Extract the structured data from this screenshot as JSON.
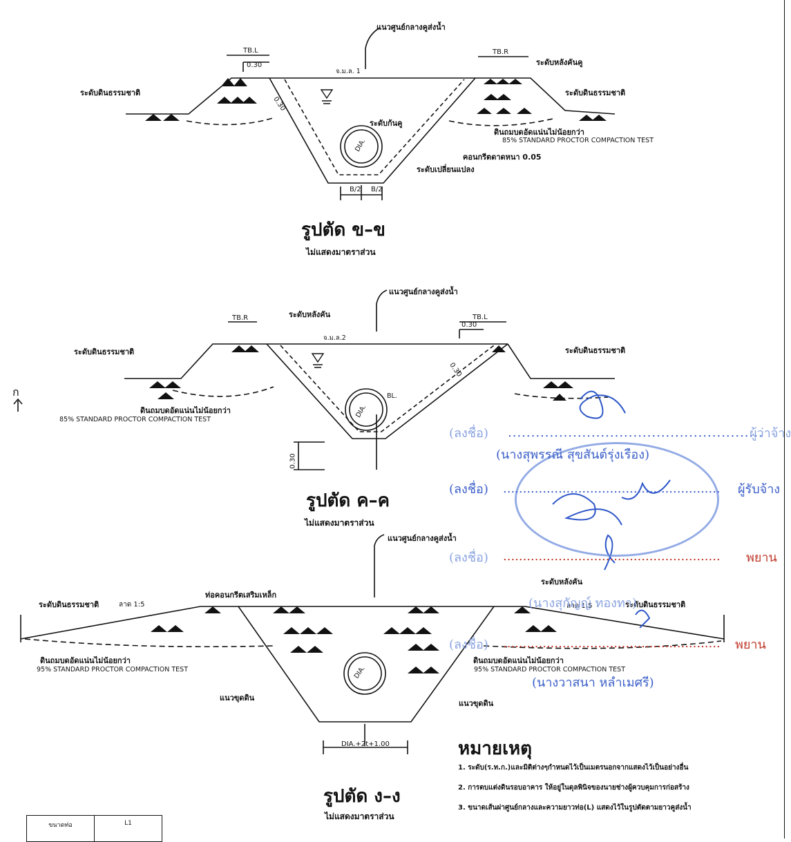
{
  "section_b": {
    "centerline": "แนวศูนย์กลางคูส่งน้ำ",
    "tb_left": "TB.L",
    "tb_right": "TB.R",
    "dim_030_a": "0.30",
    "dim_030_b": "0.30",
    "bench_mark": "จ.ม.ล. 1",
    "bank_level": "ระดับหลังคันคู",
    "natural_left": "ระดับดินธรรมชาติ",
    "natural_right": "ระดับดินธรรมชาติ",
    "invert": "ระดับก้นคู",
    "fill_note": "ดินถมบดอัดแน่นไม่น้อยกว่า",
    "fill_spec": "85% STANDARD PROCTOR COMPACTION TEST",
    "lining": "คอนกรีตดาดหนา 0.05",
    "transition": "ระดับเปลี่ยนแปลง",
    "dia": "DIA.",
    "half_b_left": "B/2",
    "half_b_right": "B/2",
    "title": "รูปตัด ข–ข",
    "subtitle": "ไม่แสดงมาตราส่วน"
  },
  "section_c": {
    "centerline": "แนวศูนย์กลางคูส่งน้ำ",
    "bank_level": "ระดับหลังคัน",
    "tb_right": "TB.R",
    "tb_left": "TB.L",
    "dim_030_a": "0.30",
    "dim_030_b": "0.30",
    "dim_030_c": "0.30",
    "bench_mark": "จ.ม.ล.2",
    "natural_left": "ระดับดินธรรมชาติ",
    "natural_right": "ระดับดินธรรมชาติ",
    "fill_note": "ดินถมบดอัดแน่นไม่น้อยกว่า",
    "fill_spec": "85% STANDARD PROCTOR COMPACTION TEST",
    "dia": "DIA.",
    "bl": "BL.",
    "title": "รูปตัด ค–ค",
    "subtitle": "ไม่แสดงมาตราส่วน"
  },
  "section_d": {
    "centerline": "แนวศูนย์กลางคูส่งน้ำ",
    "pipe": "ท่อคอนกรีตเสริมเหล็ก",
    "bank_level": "ระดับหลังคัน",
    "natural_left": "ระดับดินธรรมชาติ",
    "natural_right": "ระดับดินธรรมชาติ",
    "slope_left": "ลาด 1:5",
    "slope_right": "ลาด 1:5",
    "fill_note_left": "ดินถมบดอัดแน่นไม่น้อยกว่า",
    "fill_spec_left": "95% STANDARD PROCTOR COMPACTION TEST",
    "fill_note_right": "ดินถมบดอัดแน่นไม่น้อยกว่า",
    "fill_spec_right": "95% STANDARD PROCTOR COMPACTION TEST",
    "excavation_left": "แนวขุดดิน",
    "excavation_right": "แนวขุดดิน",
    "dia": "DIA.",
    "base_width": "DIA.+2t+1.00",
    "title": "รูปตัด ง–ง",
    "subtitle": "ไม่แสดงมาตราส่วน"
  },
  "notes": {
    "heading": "หมายเหตุ",
    "items": [
      "1. ระดับ(ร.ท.ก.)และมิติต่างๆกำหนดไว้เป็นเมตรนอกจากแสดงไว้เป็นอย่างอื่น",
      "2. การตบแต่งดินรอบอาคาร ให้อยู่ในดุลพินิจของนายช่างผู้ควบคุมการก่อสร้าง",
      "3. ขนาดเส้นผ่าศูนย์กลางและความยาวท่อ(L) แสดงไว้ในรูปตัดตามยาวคูส่งน้ำ"
    ]
  },
  "signatures": {
    "line1_label": "(ลงชื่อ)",
    "line1_role": "ผู้ว่าจ้าง",
    "line1_name": "(นางสุพรรณี สุขสันต์รุ่งเรือง)",
    "line2_label": "(ลงชื่อ)",
    "line2_role": "ผู้รับจ้าง",
    "line3_label": "(ลงชื่อ)",
    "line3_role": "พยาน",
    "line3_name": "(นางสุกัญญ์ ทองทา)",
    "line4_label": "(ลงชื่อ)",
    "line4_role": "พยาน",
    "line4_name": "(นางวาสนา หลำเมศรี)"
  },
  "table": {
    "col1": "ขนาดท่อ",
    "col2": "L1"
  },
  "north_marker": "ก",
  "colors": {
    "ink": "#111111",
    "signature_blue": "#3b5fc9",
    "stamp_blue": "#6f8fdc"
  }
}
